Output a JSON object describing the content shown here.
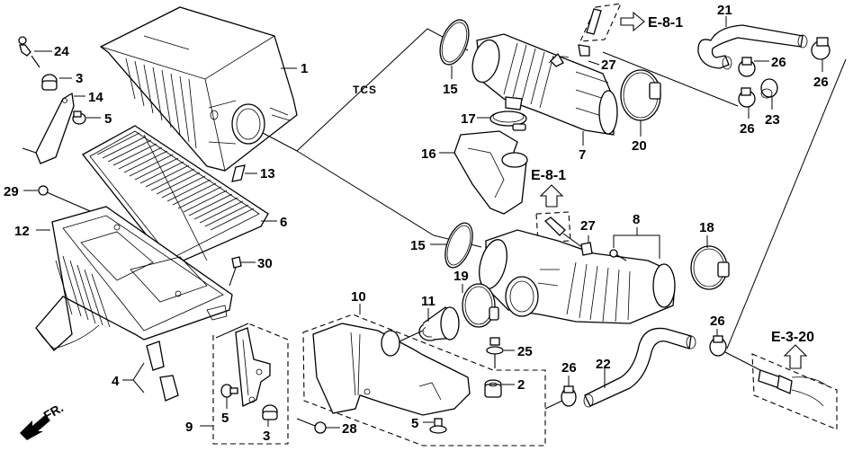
{
  "diagram": {
    "title": "Air Cleaner Assembly - Exploded Parts View",
    "direction_label": "FR.",
    "group_label": "TCS",
    "references": [
      {
        "id": "ref-e81-top",
        "label": "E-8-1",
        "arrow": "right"
      },
      {
        "id": "ref-e81-mid",
        "label": "E-8-1",
        "arrow": "up"
      },
      {
        "id": "ref-e320",
        "label": "E-3-20",
        "arrow": "up"
      }
    ],
    "callouts": [
      {
        "n": "1",
        "part": "air-cleaner-cover"
      },
      {
        "n": "24",
        "part": "grommet-bolt"
      },
      {
        "n": "3",
        "part": "mount-rubber"
      },
      {
        "n": "14",
        "part": "bracket"
      },
      {
        "n": "5",
        "part": "collar"
      },
      {
        "n": "13",
        "part": "clip"
      },
      {
        "n": "29",
        "part": "bolt"
      },
      {
        "n": "6",
        "part": "air-filter-element"
      },
      {
        "n": "12",
        "part": "air-cleaner-case"
      },
      {
        "n": "30",
        "part": "flange-bolt"
      },
      {
        "n": "4",
        "part": "clamp-set"
      },
      {
        "n": "9",
        "part": "bracket-set"
      },
      {
        "n": "5",
        "part": "collar"
      },
      {
        "n": "3",
        "part": "mount-rubber"
      },
      {
        "n": "28",
        "part": "bolt"
      },
      {
        "n": "15",
        "part": "o-ring"
      },
      {
        "n": "17",
        "part": "band-clamp"
      },
      {
        "n": "16",
        "part": "resonator-chamber"
      },
      {
        "n": "7",
        "part": "intake-air-tube-tcs"
      },
      {
        "n": "27",
        "part": "hose-clip"
      },
      {
        "n": "20",
        "part": "band-clamp"
      },
      {
        "n": "21",
        "part": "breather-hose"
      },
      {
        "n": "26",
        "part": "hose-clamp"
      },
      {
        "n": "26",
        "part": "hose-clamp"
      },
      {
        "n": "26",
        "part": "hose-clamp"
      },
      {
        "n": "23",
        "part": "joint"
      },
      {
        "n": "15",
        "part": "o-ring"
      },
      {
        "n": "27",
        "part": "hose-clip"
      },
      {
        "n": "8",
        "part": "intake-air-tube"
      },
      {
        "n": "18",
        "part": "band-clamp"
      },
      {
        "n": "19",
        "part": "band-clamp"
      },
      {
        "n": "11",
        "part": "duct-joint"
      },
      {
        "n": "10",
        "part": "resonator"
      },
      {
        "n": "25",
        "part": "bolt-washer"
      },
      {
        "n": "2",
        "part": "mount-rubber"
      },
      {
        "n": "5",
        "part": "collar"
      },
      {
        "n": "26",
        "part": "hose-clamp"
      },
      {
        "n": "22",
        "part": "breather-hose"
      },
      {
        "n": "26",
        "part": "hose-clamp"
      }
    ]
  }
}
